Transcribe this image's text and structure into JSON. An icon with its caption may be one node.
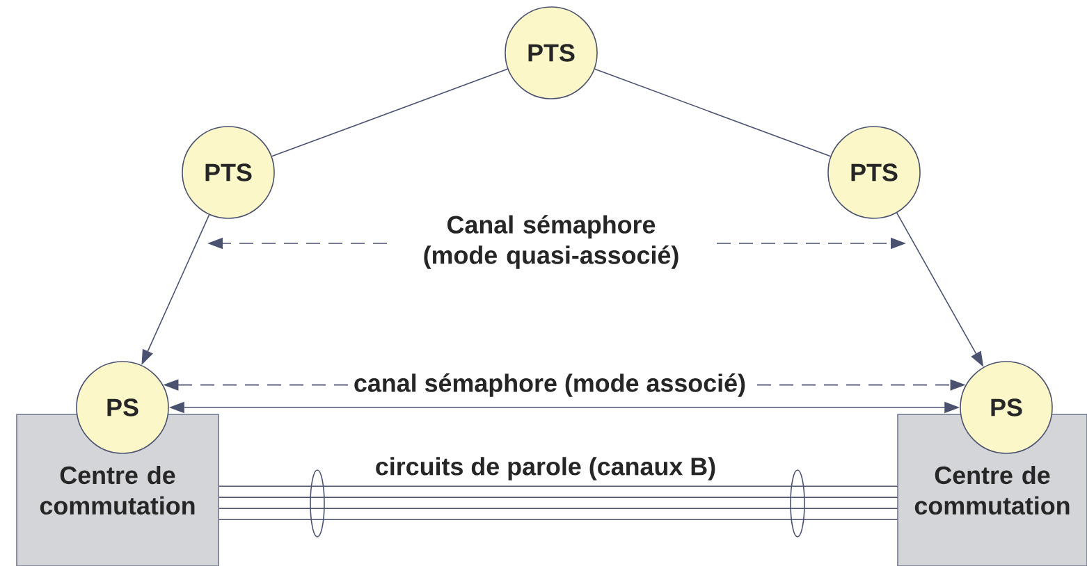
{
  "diagram": {
    "nodes": [
      {
        "text": [
          "PTS"
        ]
      },
      {
        "text": [
          "PTS"
        ]
      },
      {
        "text": [
          "PTS"
        ]
      },
      {
        "text": [
          "PS"
        ]
      },
      {
        "text": [
          "Centre de commutation"
        ]
      },
      {
        "text": [
          "PS"
        ]
      },
      {
        "text": [
          "Centre de commutation"
        ]
      }
    ],
    "edges": [
      {
        "from": 0,
        "to": 1,
        "arrow": "none"
      },
      {
        "from": 0,
        "to": 2,
        "arrow": "none"
      },
      {
        "from": 1,
        "to": 3,
        "arrow": "to"
      },
      {
        "from": 2,
        "to": 5,
        "arrow": "to"
      },
      {
        "from": 3,
        "to": 5,
        "arrow": "both",
        "style": "dashed",
        "label": "canal sémaphore (mode associé)"
      },
      {
        "from": 3,
        "to": 5,
        "arrow": "both"
      },
      {
        "from": 4,
        "to": 6,
        "arrow": "none",
        "label": "circuits de parole (canaux B)"
      },
      {
        "from": 4,
        "to": 6,
        "arrow": "none"
      },
      {
        "from": 4,
        "to": 6,
        "arrow": "none"
      },
      {
        "from": 4,
        "to": 6,
        "arrow": "none"
      }
    ],
    "labels": [
      "Canal sémaphore (mode quasi-associé)"
    ]
  }
}
